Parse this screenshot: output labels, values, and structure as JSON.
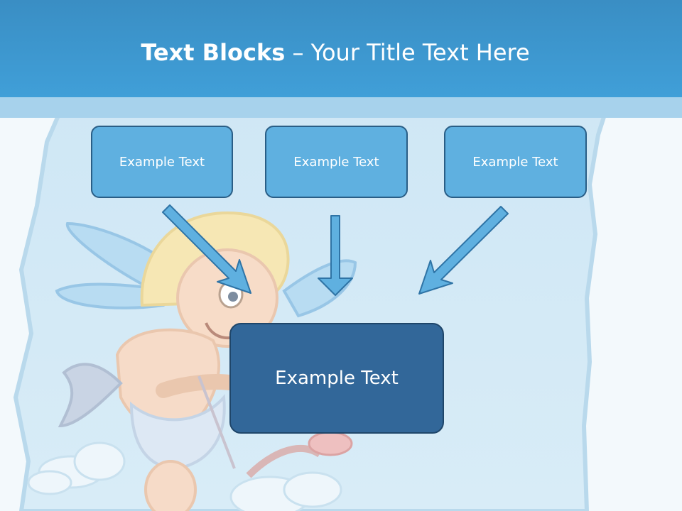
{
  "slide": {
    "title_bold": "Text Blocks",
    "title_dash": " – ",
    "title_rest": "Your Title Text Here"
  },
  "blocks": [
    {
      "text": "Example Text"
    },
    {
      "text": "Example Text"
    },
    {
      "text": "Example Text"
    }
  ],
  "center_block": {
    "text": "Example Text"
  },
  "colors": {
    "header": "#409fd8",
    "header_band": "#a7d2ec",
    "block_fill": "#5fb0e0",
    "center_fill": "#326799",
    "arrow_fill": "#5fb0e0"
  }
}
